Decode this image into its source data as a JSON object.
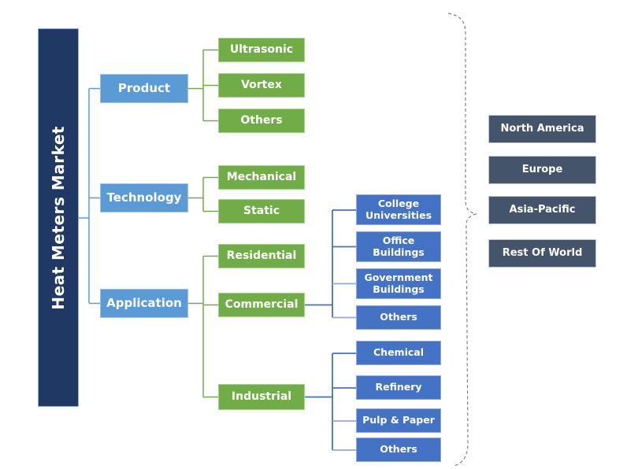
{
  "diagram": {
    "root": {
      "label": "Heat Meters Market"
    },
    "segments": [
      {
        "label": "Product",
        "children": [
          {
            "label": "Ultrasonic"
          },
          {
            "label": "Vortex"
          },
          {
            "label": "Others"
          }
        ]
      },
      {
        "label": "Technology",
        "children": [
          {
            "label": "Mechanical"
          },
          {
            "label": "Static"
          }
        ]
      },
      {
        "label": "Application",
        "children": [
          {
            "label": "Residential"
          },
          {
            "label": "Commercial",
            "children": [
              {
                "label": "College Universities"
              },
              {
                "label": "Office Buildings"
              },
              {
                "label": "Government Buildings"
              },
              {
                "label": "Others"
              }
            ]
          },
          {
            "label": "Industrial",
            "children": [
              {
                "label": "Chemical"
              },
              {
                "label": "Refinery"
              },
              {
                "label": "Pulp & Paper"
              },
              {
                "label": "Others"
              }
            ]
          }
        ]
      }
    ],
    "regions": [
      {
        "label": "North America"
      },
      {
        "label": "Europe"
      },
      {
        "label": "Asia-Pacific"
      },
      {
        "label": "Rest Of World"
      }
    ],
    "colors": {
      "root_navy": "#1F3864",
      "level1_blue": "#5B9BD5",
      "level2_green": "#70AD47",
      "level3_blue": "#4472C4",
      "level3_light_blue": "#8FAADC",
      "region_slate": "#44546A",
      "brace_gray": "#808080"
    }
  }
}
